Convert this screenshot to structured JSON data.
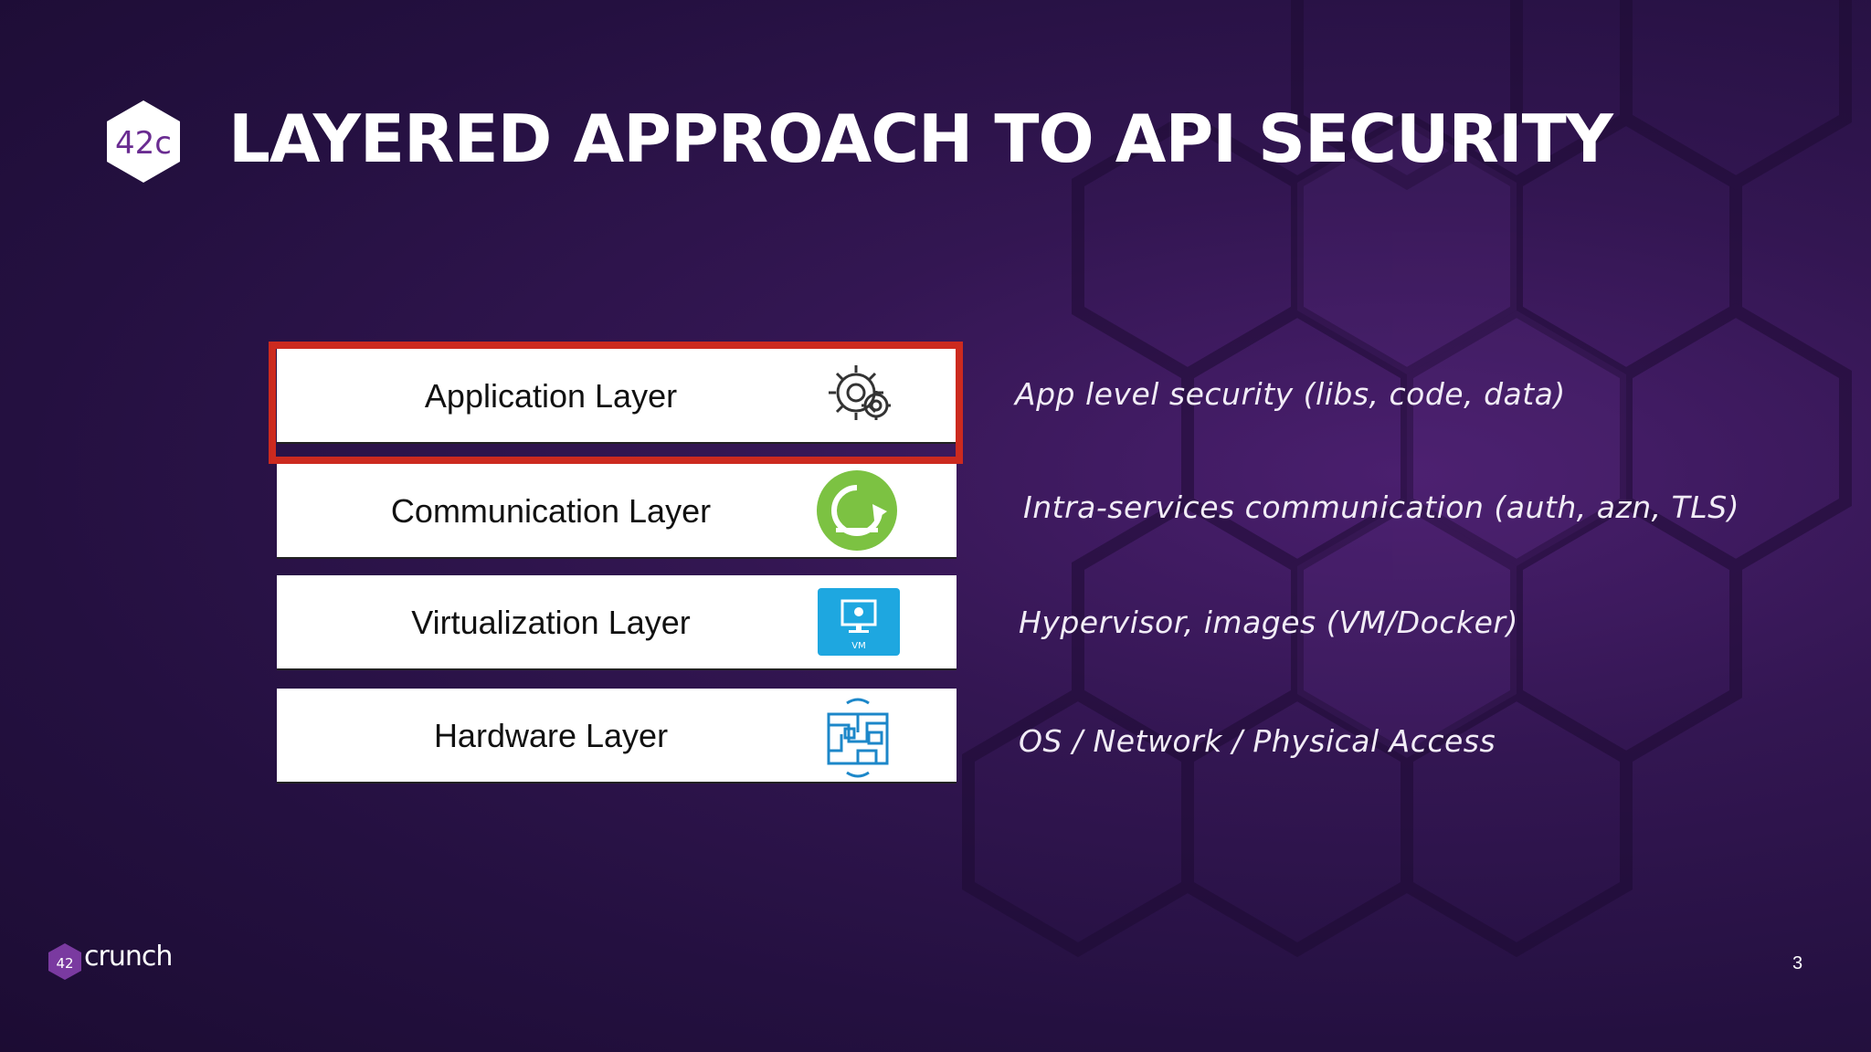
{
  "slide": {
    "title": "LAYERED APPROACH TO API SECURITY",
    "logo_text": "42c",
    "page_number": "3"
  },
  "layers": [
    {
      "label": "Application Layer",
      "icon": "gear-icon",
      "highlighted": true,
      "description": "App level security (libs, code, data)"
    },
    {
      "label": "Communication Layer",
      "icon": "cycle-arrow-icon",
      "highlighted": false,
      "description": "Intra-services communication (auth, azn, TLS)"
    },
    {
      "label": "Virtualization Layer",
      "icon": "vm-monitor-icon",
      "vm_badge": "VM",
      "highlighted": false,
      "description": "Hypervisor, images (VM/Docker)"
    },
    {
      "label": "Hardware Layer",
      "icon": "circuit-board-icon",
      "highlighted": false,
      "description": "OS / Network / Physical Access"
    }
  ],
  "footer": {
    "brand": "crunch",
    "brand_mark": "42"
  },
  "colors": {
    "background": "#2a1248",
    "highlight": "#cc2a1f",
    "communication_icon": "#7cc242",
    "vm_icon": "#1ea7e0",
    "hardware_icon": "#1c87c9"
  }
}
